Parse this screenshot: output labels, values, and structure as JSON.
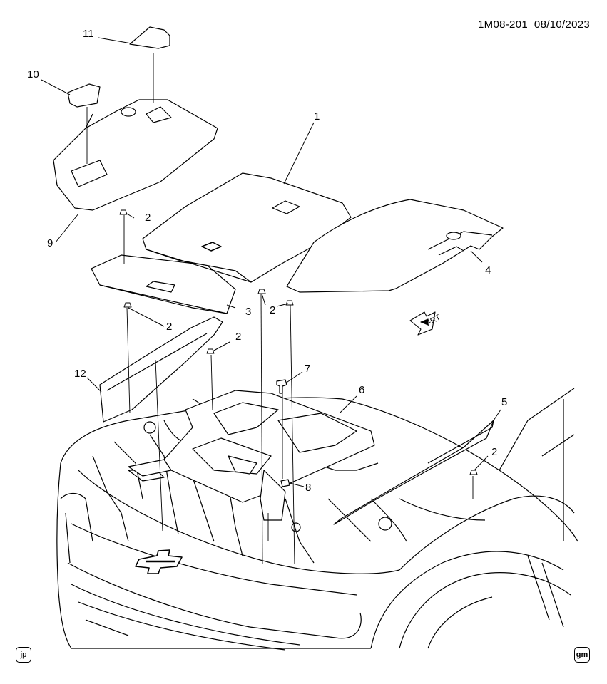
{
  "header": {
    "diagram_code": "1M08-201",
    "date": "08/10/2023"
  },
  "callouts": [
    "1",
    "2",
    "3",
    "4",
    "5",
    "6",
    "7",
    "8",
    "9",
    "10",
    "11",
    "12"
  ],
  "fastener_callout": "2",
  "direction_label": "FRT",
  "footer": {
    "left_badge": "jp",
    "right_badge": "gm"
  }
}
